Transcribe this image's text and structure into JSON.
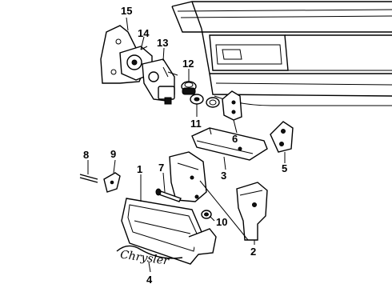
{
  "callouts": [
    {
      "id": "c1",
      "label": "1"
    },
    {
      "id": "c2",
      "label": "2"
    },
    {
      "id": "c3",
      "label": "3"
    },
    {
      "id": "c4",
      "label": "4"
    },
    {
      "id": "c5",
      "label": "5"
    },
    {
      "id": "c6",
      "label": "6"
    },
    {
      "id": "c7",
      "label": "7"
    },
    {
      "id": "c8",
      "label": "8"
    },
    {
      "id": "c9",
      "label": "9"
    },
    {
      "id": "c10",
      "label": "10"
    },
    {
      "id": "c11",
      "label": "11"
    },
    {
      "id": "c12",
      "label": "12"
    },
    {
      "id": "c13",
      "label": "13"
    },
    {
      "id": "c14",
      "label": "14"
    },
    {
      "id": "c15",
      "label": "15"
    }
  ],
  "emblem": {
    "script_text": "Chrysler"
  }
}
